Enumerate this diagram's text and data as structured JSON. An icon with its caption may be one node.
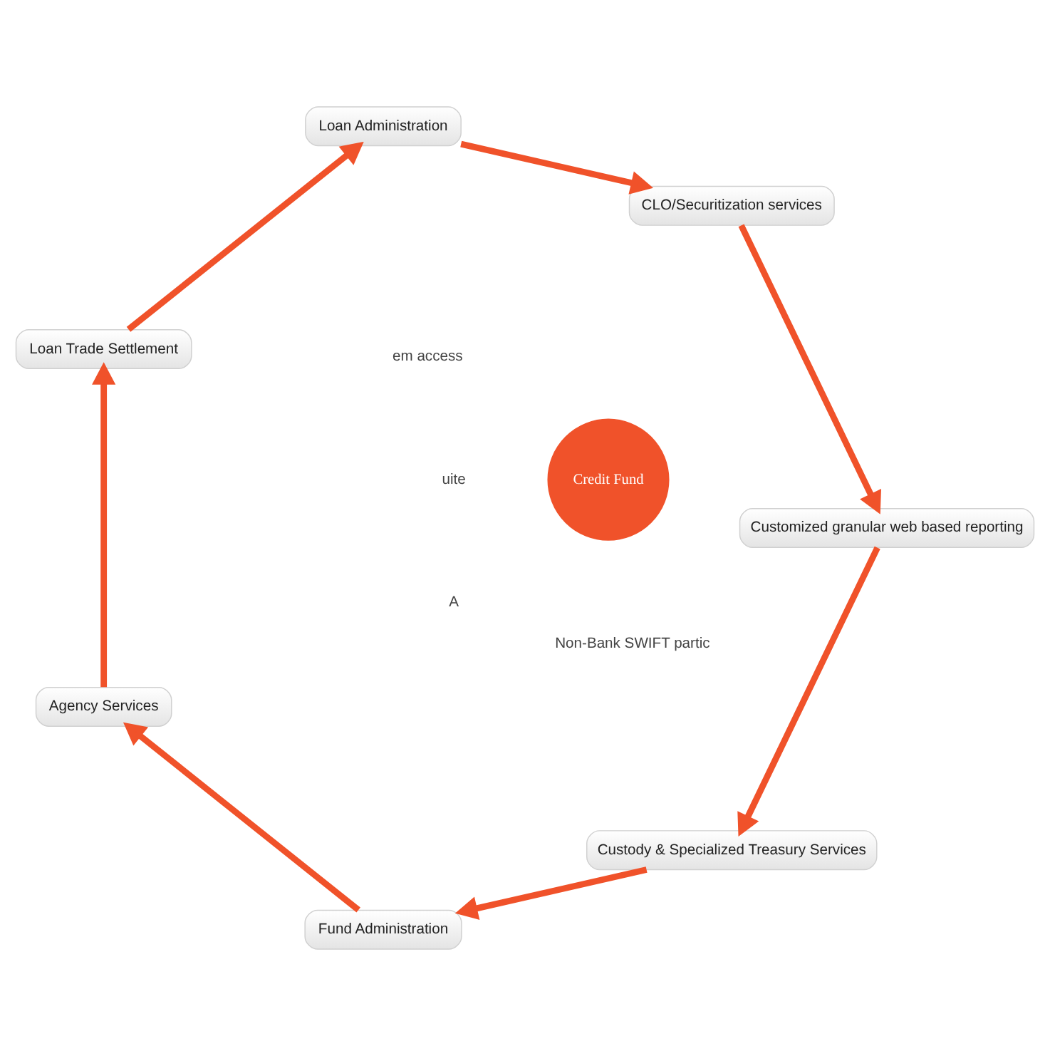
{
  "diagram": {
    "nodes": [
      {
        "text": [
          "Credit Fund"
        ]
      },
      {
        "text": [
          "Custody & Specialized Treasury Services"
        ]
      },
      {
        "text": [
          "Fund Administration"
        ]
      },
      {
        "text": [
          "Agency Services"
        ]
      },
      {
        "text": [
          "Loan Trade Settlement"
        ]
      },
      {
        "text": [
          "Loan Administration"
        ]
      },
      {
        "text": [
          "CLO/Securitization services"
        ]
      },
      {
        "text": [
          "Customized granular web based reporting"
        ]
      }
    ],
    "edges": [
      {
        "from": 7,
        "to": 1,
        "arrow": "to"
      },
      {
        "from": 1,
        "to": 2,
        "arrow": "to"
      },
      {
        "from": 2,
        "to": 3,
        "arrow": "to"
      },
      {
        "from": 3,
        "to": 4,
        "arrow": "to"
      },
      {
        "from": 4,
        "to": 5,
        "arrow": "to"
      },
      {
        "from": 5,
        "to": 6,
        "arrow": "to"
      },
      {
        "from": 6,
        "to": 7,
        "arrow": "to"
      }
    ],
    "labels": [
      "em access",
      "uite",
      "Non-Bank SWIFT partic",
      "A"
    ]
  }
}
